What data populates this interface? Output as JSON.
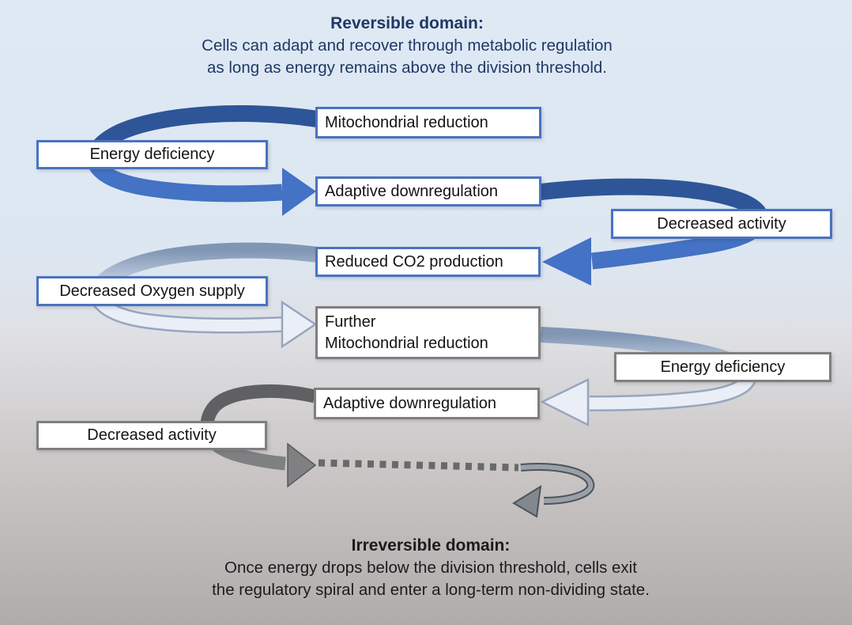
{
  "header": {
    "title": "Reversible domain:",
    "line1": "Cells can adapt and recover through metabolic regulation",
    "line2": "as long as energy remains above the division threshold."
  },
  "footer": {
    "title": "Irreversible domain:",
    "line1": "Once energy drops below the division threshold, cells exit",
    "line2": "the regulatory spiral and enter a long-term non-dividing state."
  },
  "boxes": [
    {
      "label": "Mitochondrial reduction",
      "border": "blue"
    },
    {
      "label": "Energy deficiency",
      "border": "blue"
    },
    {
      "label": "Adaptive downregulation",
      "border": "blue"
    },
    {
      "label": "Decreased activity",
      "border": "blue"
    },
    {
      "label": "Reduced CO2 production",
      "border": "blue"
    },
    {
      "label": "Decreased Oxygen supply",
      "border": "blue"
    },
    {
      "label": "Further\nMitochondrial reduction",
      "border": "gray"
    },
    {
      "label": "Energy deficiency",
      "border": "gray"
    },
    {
      "label": "Adaptive downregulation",
      "border": "gray"
    },
    {
      "label": "Decreased activity",
      "border": "gray"
    }
  ],
  "colors": {
    "bg_top": "#dfe9f4",
    "bg_top2": "#dde7f2",
    "bg_mid": "#dfe0e4",
    "bg_low": "#cdc9c9",
    "bg_bottom": "#b0acac",
    "header_text": "#1f3864",
    "footer_text": "#1b1b1b",
    "box_fill": "#ffffff",
    "box_text": "#141414",
    "box_border_blue": "#4a73c0",
    "box_border_gray": "#7f7f7f",
    "arc_dark_blue": "#2e5597",
    "arc_mid_blue": "#4472c4",
    "band_grad_top": "#8096b5",
    "band_grad_bottom": "#dce4ef",
    "light_band_outline": "#97a6bf",
    "light_band_fill": "#eaeff7",
    "arc_dark_gray": "#5f6062",
    "arc_mid_gray": "#7f8082",
    "gray_arrow_outline": "#595959",
    "dotted_line": "#68696b",
    "hook_outline": "#4e535a",
    "hook_fill": "#9aa0a8",
    "hook_head_fill": "#83888f"
  }
}
